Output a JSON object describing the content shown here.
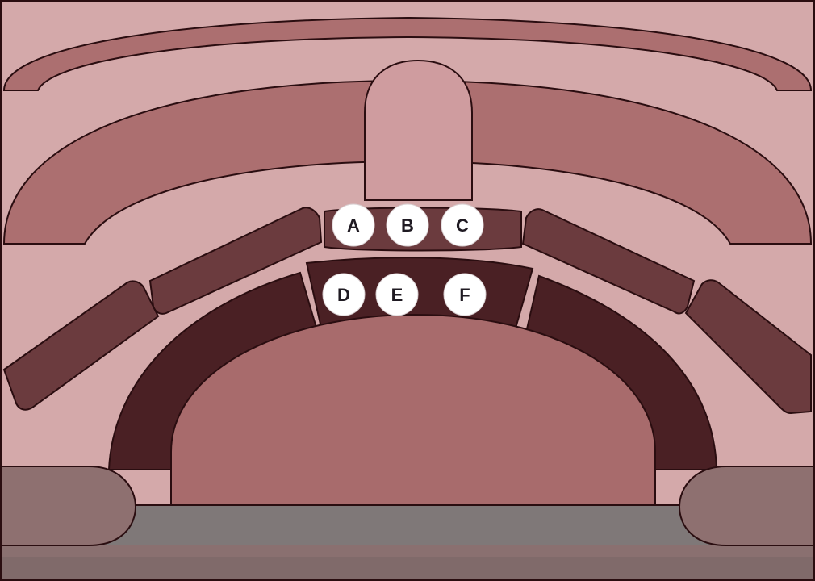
{
  "colors": {
    "background": "#d4a9aa",
    "outer_band": "#ac6f70",
    "stage_tower": "#cf9c9f",
    "upper_block": "#6b3b3e",
    "lower_block": "#4a2024",
    "inner_stage": "#a86b6c",
    "floor": "#7f7878",
    "side_pods": "#8e7070",
    "outline": "#2a0d10"
  },
  "seats": [
    {
      "id": "A",
      "label": "A",
      "row": "upper"
    },
    {
      "id": "B",
      "label": "B",
      "row": "upper"
    },
    {
      "id": "C",
      "label": "C",
      "row": "upper"
    },
    {
      "id": "D",
      "label": "D",
      "row": "lower"
    },
    {
      "id": "E",
      "label": "E",
      "row": "lower"
    },
    {
      "id": "F",
      "label": "F",
      "row": "lower"
    }
  ]
}
